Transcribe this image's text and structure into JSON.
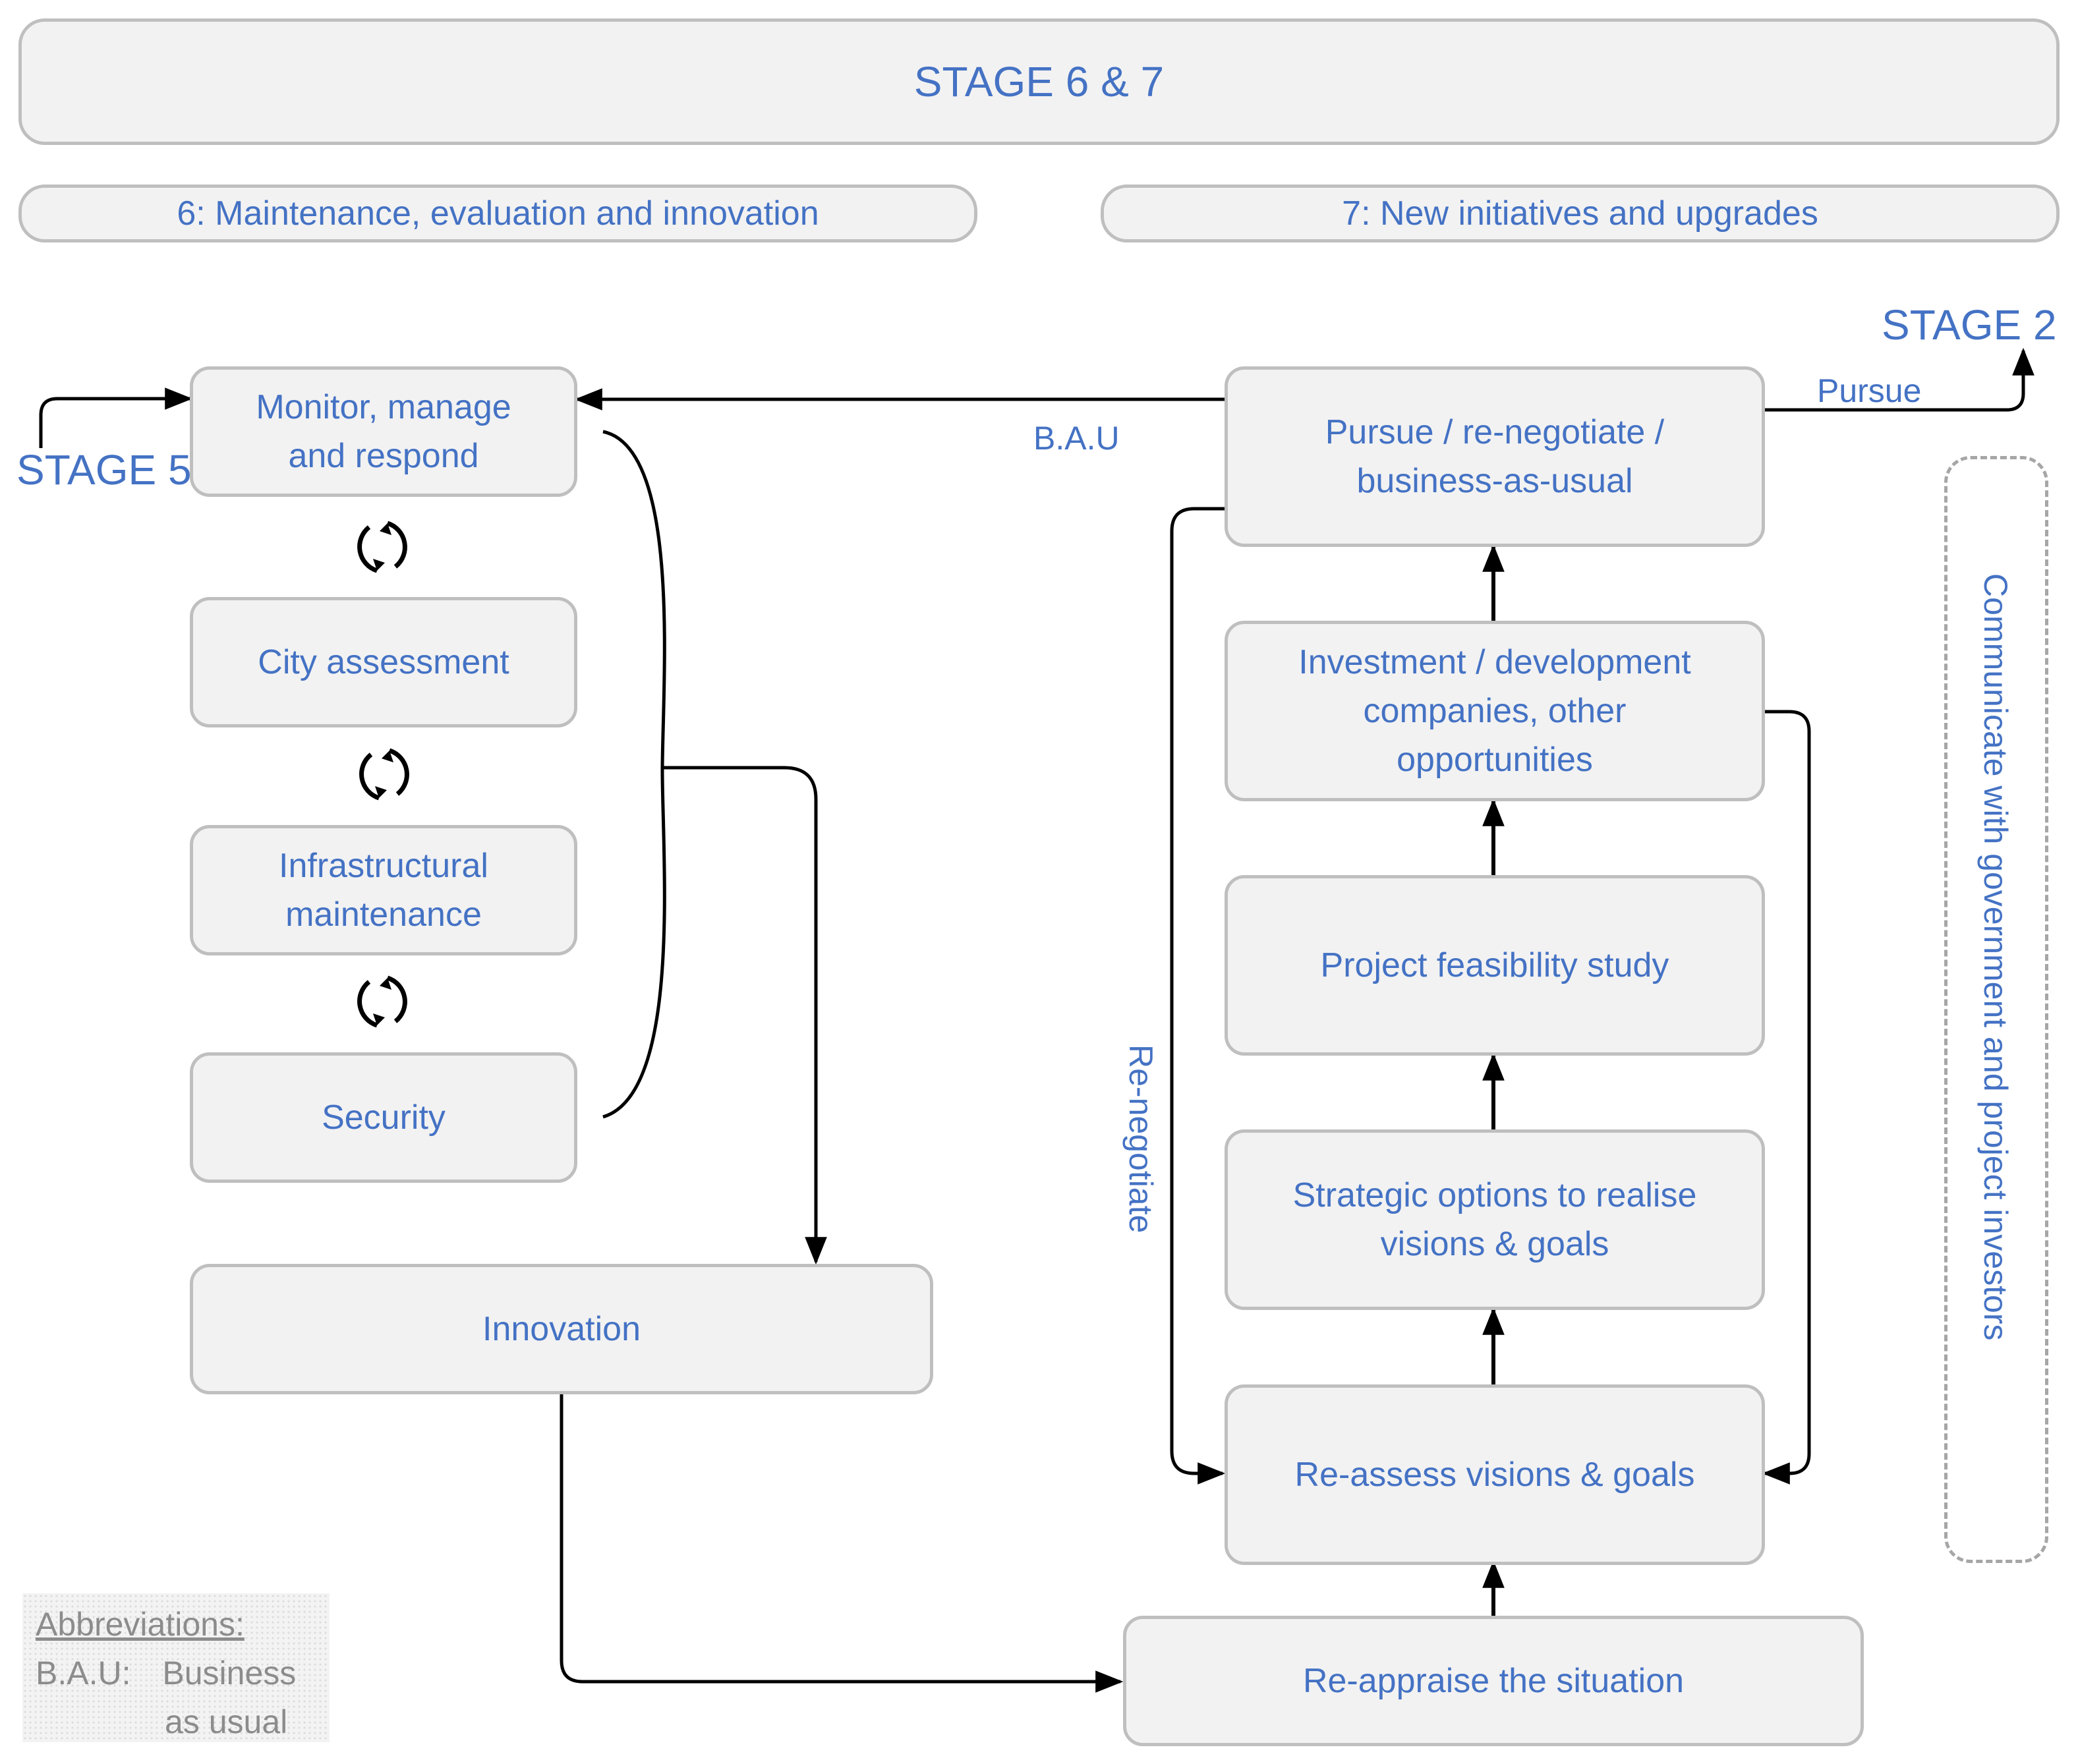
{
  "banner": {
    "title": "STAGE 6 & 7"
  },
  "headers": {
    "stage6": "6:  Maintenance, evaluation and innovation",
    "stage7": "7:  New initiatives and upgrades"
  },
  "labels": {
    "stage5": "STAGE 5",
    "stage2": "STAGE 2",
    "bau": "B.A.U",
    "pursue": "Pursue",
    "renegotiate": "Re-negotiate",
    "communicate": "Communicate with government and project investors"
  },
  "left_boxes": {
    "monitor": "Monitor, manage and respond",
    "city": "City assessment",
    "infra": "Infrastructural maintenance",
    "security": "Security",
    "innovation": "Innovation"
  },
  "right_boxes": {
    "pursue": "Pursue / re-negotiate / business-as-usual",
    "investment": "Investment / development companies, other opportunities",
    "feasibility": "Project feasibility study",
    "strategic": "Strategic options to realise visions & goals",
    "reassess": "Re-assess visions & goals",
    "reappraise": "Re-appraise the situation"
  },
  "abbreviations": {
    "title": "Abbreviations:",
    "term": "B.A.U:",
    "meaning_line1": "Business",
    "meaning_line2": "as usual"
  },
  "icons": {
    "cycle": "cycle-arrows-icon"
  },
  "colors": {
    "text": "#4472c4",
    "box_fill": "#f2f2f2",
    "box_border": "#bfbfbf",
    "arrow": "#000000"
  }
}
